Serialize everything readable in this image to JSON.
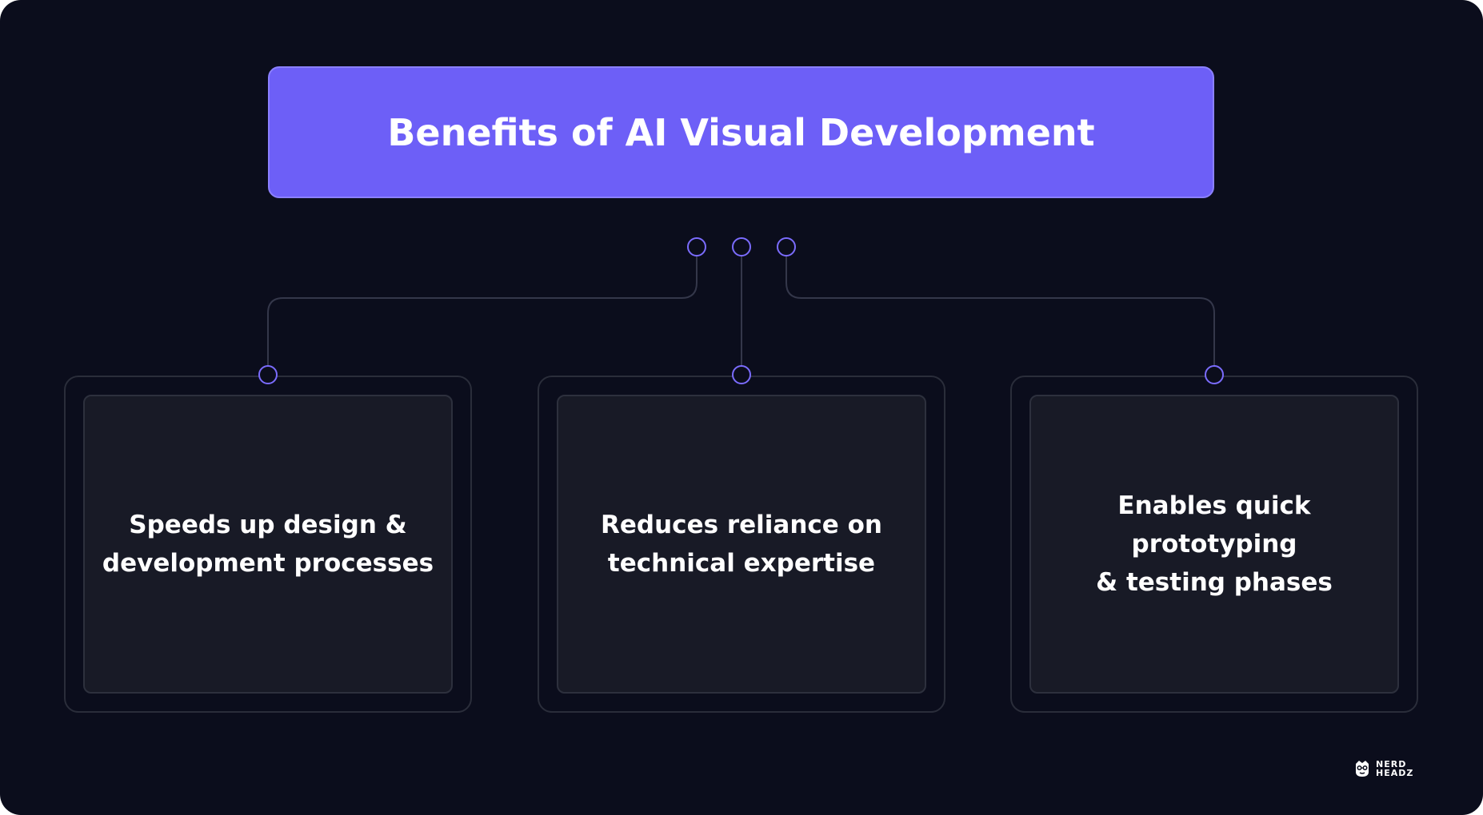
{
  "colors": {
    "background": "#0b0d1c",
    "accent": "#6d5ff7",
    "connector_line": "#34374a",
    "node_ring": "#7b6cff",
    "card_fill": "#181a26",
    "text": "#ffffff"
  },
  "header": {
    "title": "Benefits of AI Visual Development"
  },
  "cards": [
    {
      "line1": "Speeds up design &",
      "line2": "development processes"
    },
    {
      "line1": "Reduces reliance on",
      "line2": "technical expertise"
    },
    {
      "line1": "Enables quick prototyping",
      "line2": "& testing phases"
    }
  ],
  "logo": {
    "line1": "NERD",
    "line2": "HEADZ",
    "icon": "nerd-face-icon"
  }
}
